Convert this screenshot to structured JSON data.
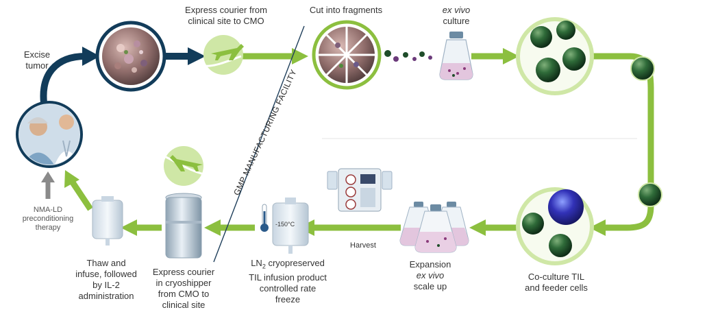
{
  "labels": {
    "excise_tumor": [
      "Excise",
      "tumor"
    ],
    "courier_to_cmo": [
      "Express courier from",
      "clinical site to CMO"
    ],
    "cut_fragments": [
      "Cut into fragments"
    ],
    "ex_vivo_culture": [
      "ex vivo",
      "culture"
    ],
    "nma_ld": [
      "NMA-LD",
      "preconditioning",
      "therapy"
    ],
    "gmp": "GMP MANUFACTURING FACILITY",
    "thaw_infuse": [
      "Thaw and",
      "infuse, followed",
      "by IL-2",
      "administration"
    ],
    "courier_to_site": [
      "Express courier",
      "in cryoshipper",
      "from CMO to",
      "clinical site"
    ],
    "ln2_prefix": "LN",
    "ln2_sub": "2",
    "ln2_suffix": " cryopreserved",
    "cryo_rest": [
      "TIL infusion product",
      "controlled rate",
      "freeze"
    ],
    "harvest": "Harvest",
    "expansion": [
      "Expansion",
      "ex vivo",
      "scale up"
    ],
    "coculture": [
      "Co-culture TIL",
      "and feeder cells"
    ],
    "bag_temp": "-150°C"
  },
  "colors": {
    "green_arrow": "#8cbf3f",
    "navy_arrow": "#123c5a",
    "tumor": "#9a7a78",
    "til_cell": "#1f4d2a",
    "feeder": "#2a2a8a"
  },
  "icons": [
    "tumor-icon",
    "airplane-icon",
    "fragments-icon",
    "flask-icon",
    "til-cells-icon",
    "feeder-cell-icon",
    "bioreactor-icon",
    "infusion-bag-icon",
    "cryoshipper-icon",
    "patient-doctor-icon"
  ]
}
